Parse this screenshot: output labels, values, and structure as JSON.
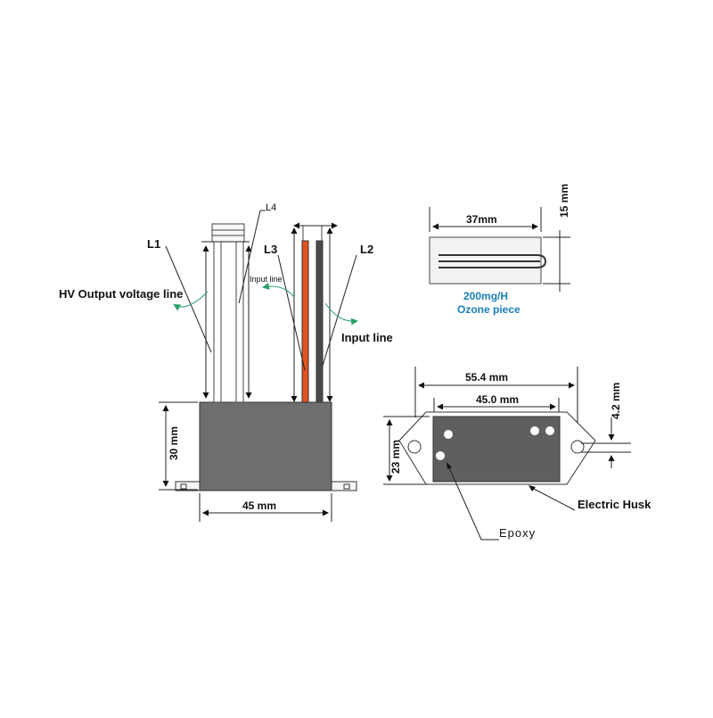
{
  "transformer": {
    "l1_label": "L1",
    "l2_label": "L2",
    "l3_label": "L3",
    "l4_label": "L4",
    "hv_output_label": "HV Output voltage line",
    "input_line_small": "Input line",
    "input_line_label": "Input line",
    "height_dim": "30 mm",
    "width_dim": "45 mm",
    "wire_colors": {
      "red": "#e2531f",
      "dark": "#4a4a4a",
      "body": "#6e6e6e"
    }
  },
  "ozone_piece": {
    "length_dim": "37mm",
    "height_dim": "15 mm",
    "rating": "200mg/H",
    "name": "Ozone piece",
    "accent": "#1a7fb5"
  },
  "mount_view": {
    "outer_dim": "55.4 mm",
    "inner_dim": "45.0 mm",
    "side_dim": "4.2 mm",
    "height_dim": "23 mm",
    "husk_label": "Electric Husk",
    "epoxy_label": "Epoxy",
    "epoxy_color": "#5f5f5f"
  },
  "annotation_color": "#2aa06a"
}
